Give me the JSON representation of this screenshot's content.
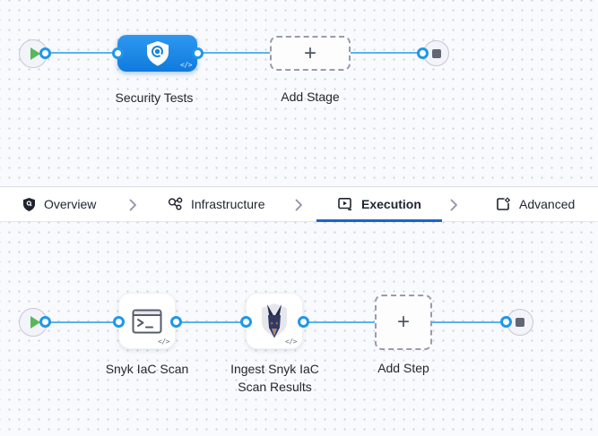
{
  "stage_flow": {
    "stage": {
      "label": "Security Tests",
      "code_badge": "</>"
    },
    "add_stage": {
      "label": "Add Stage",
      "plus": "+"
    }
  },
  "tab_bar": {
    "tabs": [
      {
        "label": "Overview",
        "icon": "shield-icon",
        "active": false
      },
      {
        "label": "Infrastructure",
        "icon": "infrastructure-icon",
        "active": false
      },
      {
        "label": "Execution",
        "icon": "execution-icon",
        "active": true
      },
      {
        "label": "Advanced",
        "icon": "advanced-icon",
        "active": false
      }
    ]
  },
  "step_flow": {
    "steps": [
      {
        "label": "Snyk IaC Scan",
        "icon": "terminal-icon",
        "code_badge": "</>"
      },
      {
        "label": "Ingest Snyk IaC Scan Results",
        "icon": "snyk-dog-icon",
        "code_badge": "</>"
      }
    ],
    "add_step": {
      "label": "Add Step",
      "plus": "+"
    }
  },
  "colors": {
    "accent_underline": "#1b65c9",
    "stage_blue": "#1787e0",
    "connector_line": "#58b3f1",
    "play_green": "#57b85b",
    "canvas_bg": "#f8fafd"
  }
}
